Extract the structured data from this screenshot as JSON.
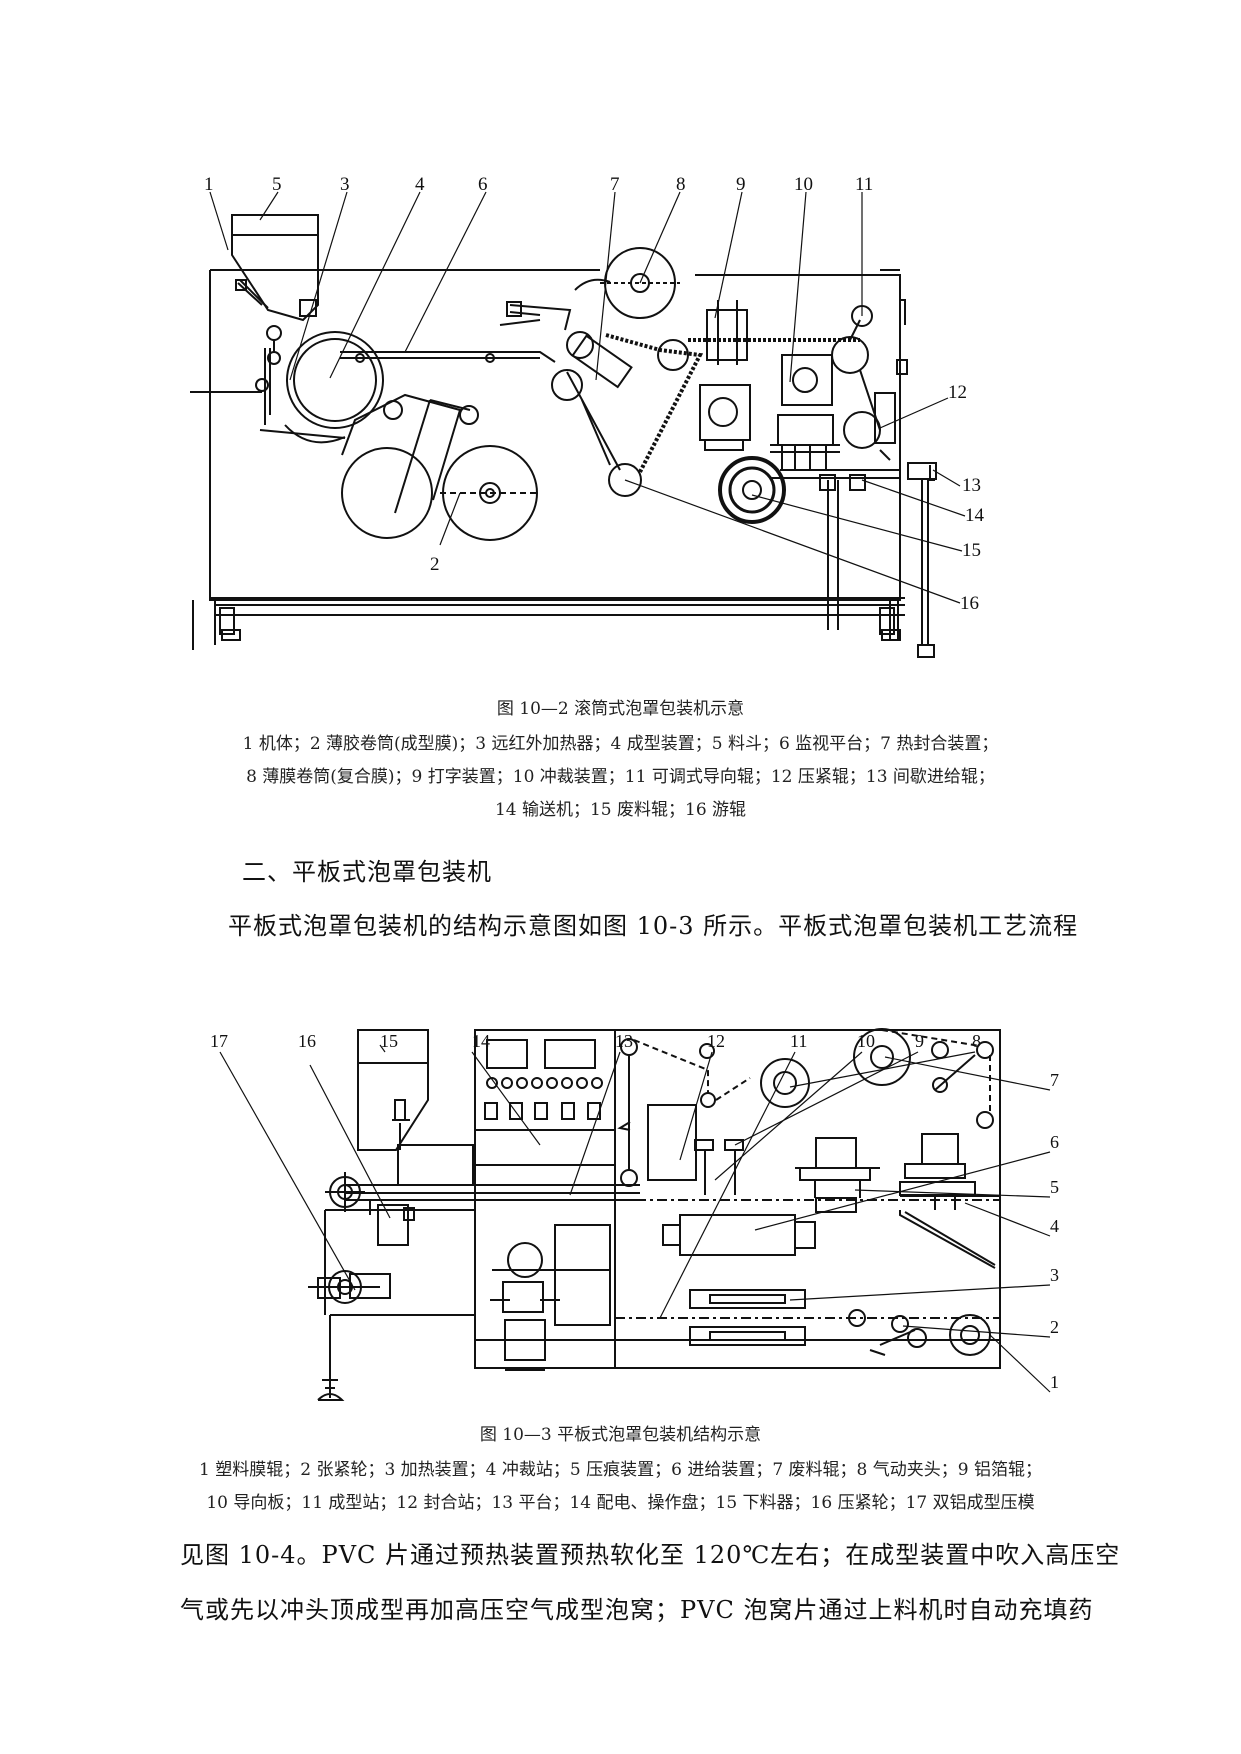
{
  "figure1": {
    "callouts": [
      "1",
      "2",
      "3",
      "4",
      "5",
      "6",
      "7",
      "8",
      "9",
      "10",
      "11",
      "12",
      "13",
      "14",
      "15",
      "16"
    ],
    "caption": "图 10—2  滚筒式泡罩包装机示意",
    "legend_lines": [
      "1 机体；2 薄胶卷筒(成型膜)；3 远红外加热器；4 成型装置；5 料斗；6 监视平台；7 热封合装置；",
      "8 薄膜卷筒(复合膜)；9 打字装置；10 冲裁装置；11 可调式导向辊；12 压紧辊；13 间歇进给辊；",
      "14 输送机；15 废料辊；16 游辊"
    ]
  },
  "section": {
    "heading": "二、平板式泡罩包装机",
    "intro": "平板式泡罩包装机的结构示意图如图 10-3 所示。平板式泡罩包装机工艺流程"
  },
  "figure2": {
    "callouts": [
      "17",
      "16",
      "15",
      "14",
      "13",
      "12",
      "11",
      "10",
      "9",
      "8",
      "7",
      "6",
      "5",
      "4",
      "3",
      "2",
      "1"
    ],
    "caption": "图 10—3    平板式泡罩包装机结构示意",
    "legend_lines": [
      "1 塑料膜辊；2 张紧轮；3 加热装置；4 冲裁站；5 压痕装置；6 进给装置；7 废料辊；8 气动夹头；9 铝箔辊；",
      "10 导向板；11 成型站；12 封合站；13 平台；14 配电、操作盘；15 下料器；16 压紧轮；17 双铝成型压模"
    ]
  },
  "paragraph": {
    "lines": [
      "见图 10-4。PVC 片通过预热装置预热软化至 120℃左右；在成型装置中吹入高压空",
      "气或先以冲头顶成型再加高压空气成型泡窝；PVC 泡窝片通过上料机时自动充填药"
    ]
  }
}
